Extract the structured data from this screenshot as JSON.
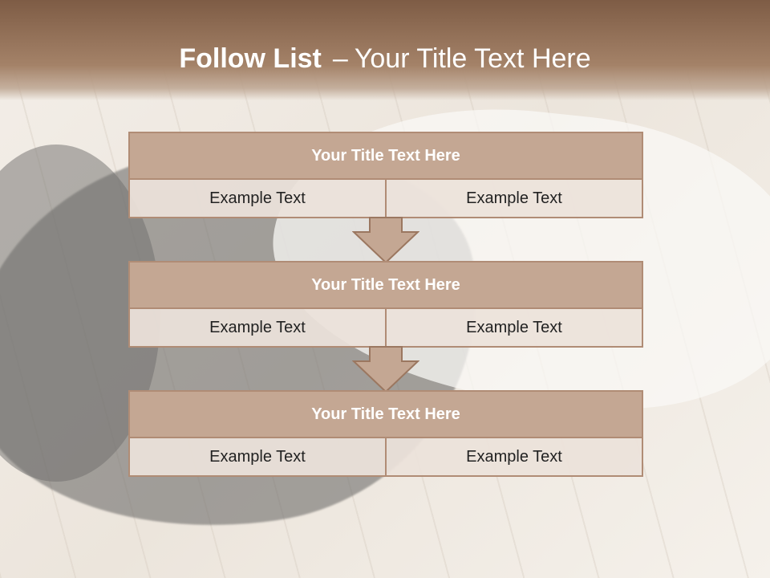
{
  "slide": {
    "title_bold": "Follow List",
    "title_separator": "–",
    "title_rest": "Your Title Text Here"
  },
  "blocks": [
    {
      "title": "Your Title Text Here",
      "left": "Example Text",
      "right": "Example Text"
    },
    {
      "title": "Your Title Text Here",
      "left": "Example Text",
      "right": "Example Text"
    },
    {
      "title": "Your Title Text Here",
      "left": "Example Text",
      "right": "Example Text"
    }
  ],
  "colors": {
    "banner_top": "#7e5c45",
    "block_header": "#c4a793",
    "block_border": "#b08c75",
    "block_cell": "#ece2da",
    "arrow_fill": "#c4a793"
  },
  "icons": [
    "down-arrow-icon",
    "down-arrow-icon"
  ]
}
